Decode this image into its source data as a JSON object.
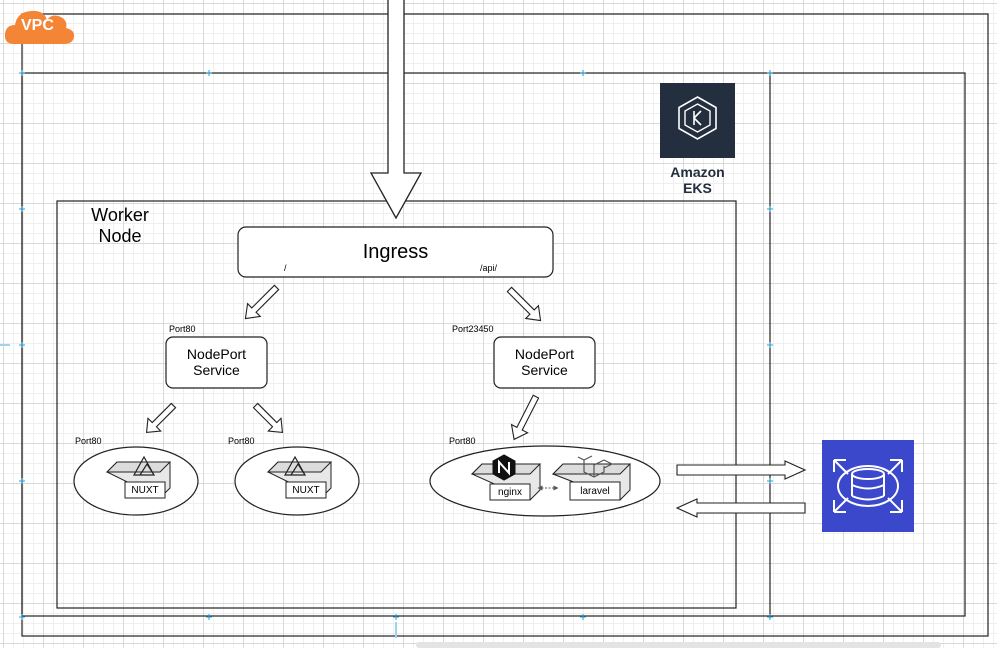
{
  "vpc": {
    "label": "VPC",
    "color": "#f58536"
  },
  "eks": {
    "label_line1": "Amazon",
    "label_line2": "EKS",
    "icon": "kubernetes-icon",
    "color": "#232f3e"
  },
  "worker_node": {
    "line1": "Worker",
    "line2": "Node"
  },
  "ingress": {
    "title": "Ingress",
    "path_root": "/",
    "path_api": "/api/"
  },
  "services": [
    {
      "port": "Port80",
      "line1": "NodePort",
      "line2": "Service"
    },
    {
      "port": "Port23450",
      "line1": "NodePort",
      "line2": "Service"
    }
  ],
  "pods": [
    {
      "port": "Port80",
      "container": "NUXT",
      "icon": "nuxt-icon"
    },
    {
      "port": "Port80",
      "container": "NUXT",
      "icon": "nuxt-icon"
    },
    {
      "port": "Port80",
      "containers": [
        "nginx",
        "laravel"
      ],
      "icons": [
        "nginx-icon",
        "laravel-icon"
      ]
    }
  ],
  "rds": {
    "icon": "rds-database-icon",
    "color": "#3b48cc"
  }
}
